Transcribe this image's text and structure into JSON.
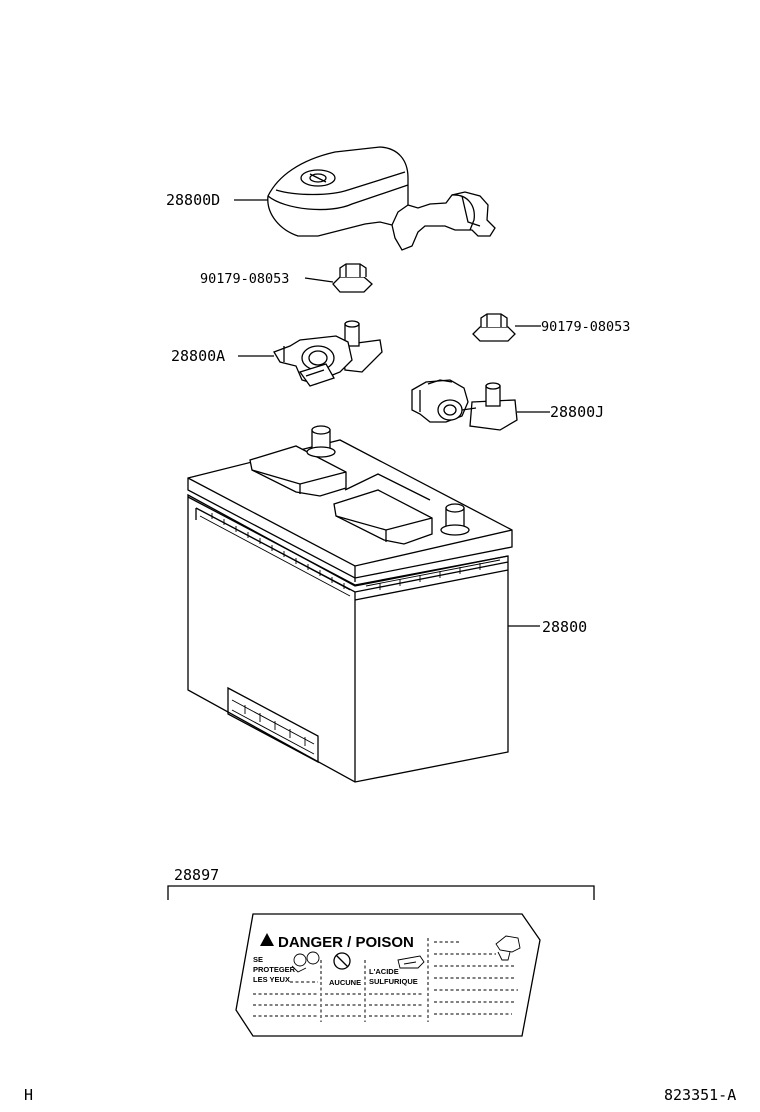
{
  "diagram": {
    "parts": {
      "cover": "28800D",
      "nut_left": "90179-08053",
      "nut_right": "90179-08053",
      "terminal_positive": "28800A",
      "terminal_negative": "28800J",
      "battery": "28800",
      "label": "28897"
    },
    "warning_label": {
      "title": "DANGER / POISON",
      "col1_line1": "SE",
      "col1_line2": "PROTEGER",
      "col1_line3": "LES YEUX",
      "col2": "AUCUNE",
      "col3_line1": "L'ACIDE",
      "col3_line2": "SULFURIQUE"
    },
    "footer": {
      "left": "H",
      "right": "823351-A"
    }
  }
}
